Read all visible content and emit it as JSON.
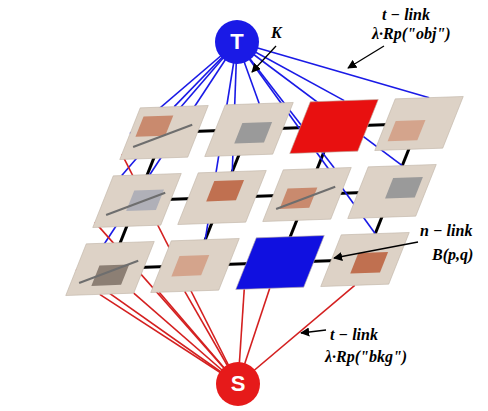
{
  "diagram": {
    "nodes": [
      {
        "text": [
          "T"
        ]
      },
      {
        "text": [
          "S"
        ]
      }
    ],
    "labels": [
      "K",
      "t − link",
      "λ·Rp(\"obj\")",
      "n − link",
      "B(p,q)",
      "t − link",
      "λ·Rp(\"bkg\")"
    ]
  }
}
